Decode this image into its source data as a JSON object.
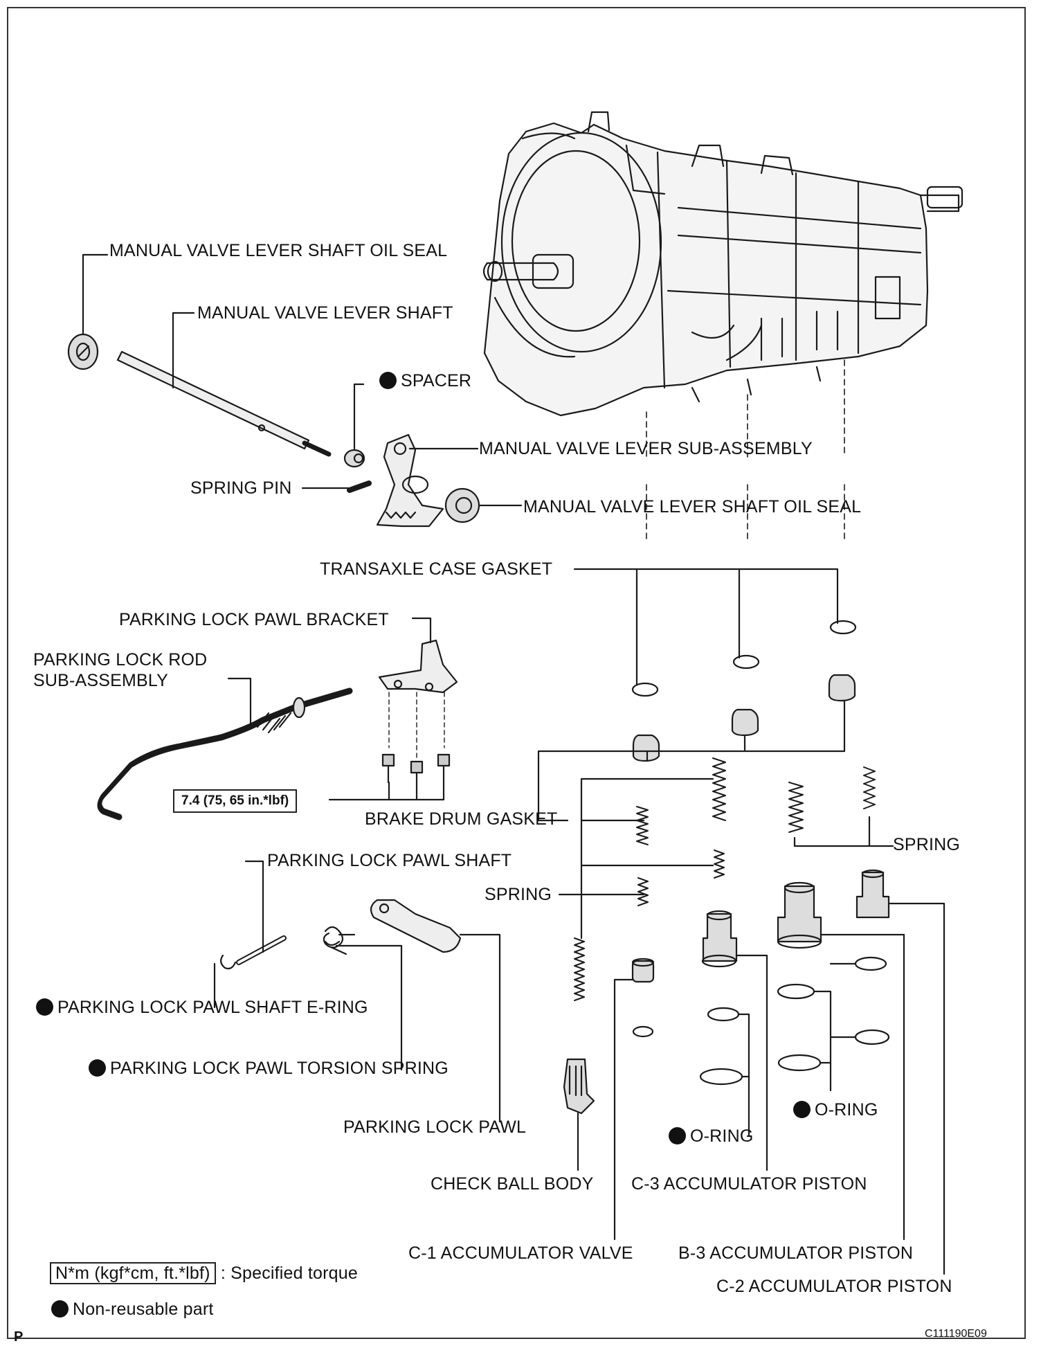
{
  "labels": {
    "oil_seal_top": "MANUAL VALVE LEVER SHAFT OIL SEAL",
    "lever_shaft": "MANUAL VALVE LEVER SHAFT",
    "spacer": "SPACER",
    "lever_sub_assembly": "MANUAL VALVE LEVER SUB-ASSEMBLY",
    "spring_pin": "SPRING PIN",
    "oil_seal_mid": "MANUAL VALVE LEVER SHAFT OIL SEAL",
    "case_gasket": "TRANSAXLE CASE GASKET",
    "pawl_bracket": "PARKING LOCK PAWL BRACKET",
    "lock_rod_line1": "PARKING LOCK ROD",
    "lock_rod_line2": "SUB-ASSEMBLY",
    "torque_value": "7.4 (75, 65 in.*lbf)",
    "brake_drum_gasket": "BRAKE DRUM GASKET",
    "spring_right": "SPRING",
    "pawl_shaft": "PARKING LOCK PAWL SHAFT",
    "spring_mid": "SPRING",
    "pawl_shaft_ering": "PARKING LOCK PAWL SHAFT E-RING",
    "torsion_spring": "PARKING LOCK PAWL TORSION SPRING",
    "oring_right": "O-RING",
    "parking_lock_pawl": "PARKING LOCK PAWL",
    "oring_mid": "O-RING",
    "check_ball_body": "CHECK BALL BODY",
    "c3_piston": "C-3 ACCUMULATOR PISTON",
    "c1_valve": "C-1 ACCUMULATOR VALVE",
    "b3_piston": "B-3 ACCUMULATOR PISTON",
    "c2_piston": "C-2 ACCUMULATOR PISTON"
  },
  "legend": {
    "torque_unit": "N*m (kgf*cm, ft.*lbf)",
    "torque_desc": ": Specified torque",
    "nonreusable": "Non-reusable part"
  },
  "footer": {
    "page_mark": "P",
    "figure_code": "C111190E09"
  }
}
